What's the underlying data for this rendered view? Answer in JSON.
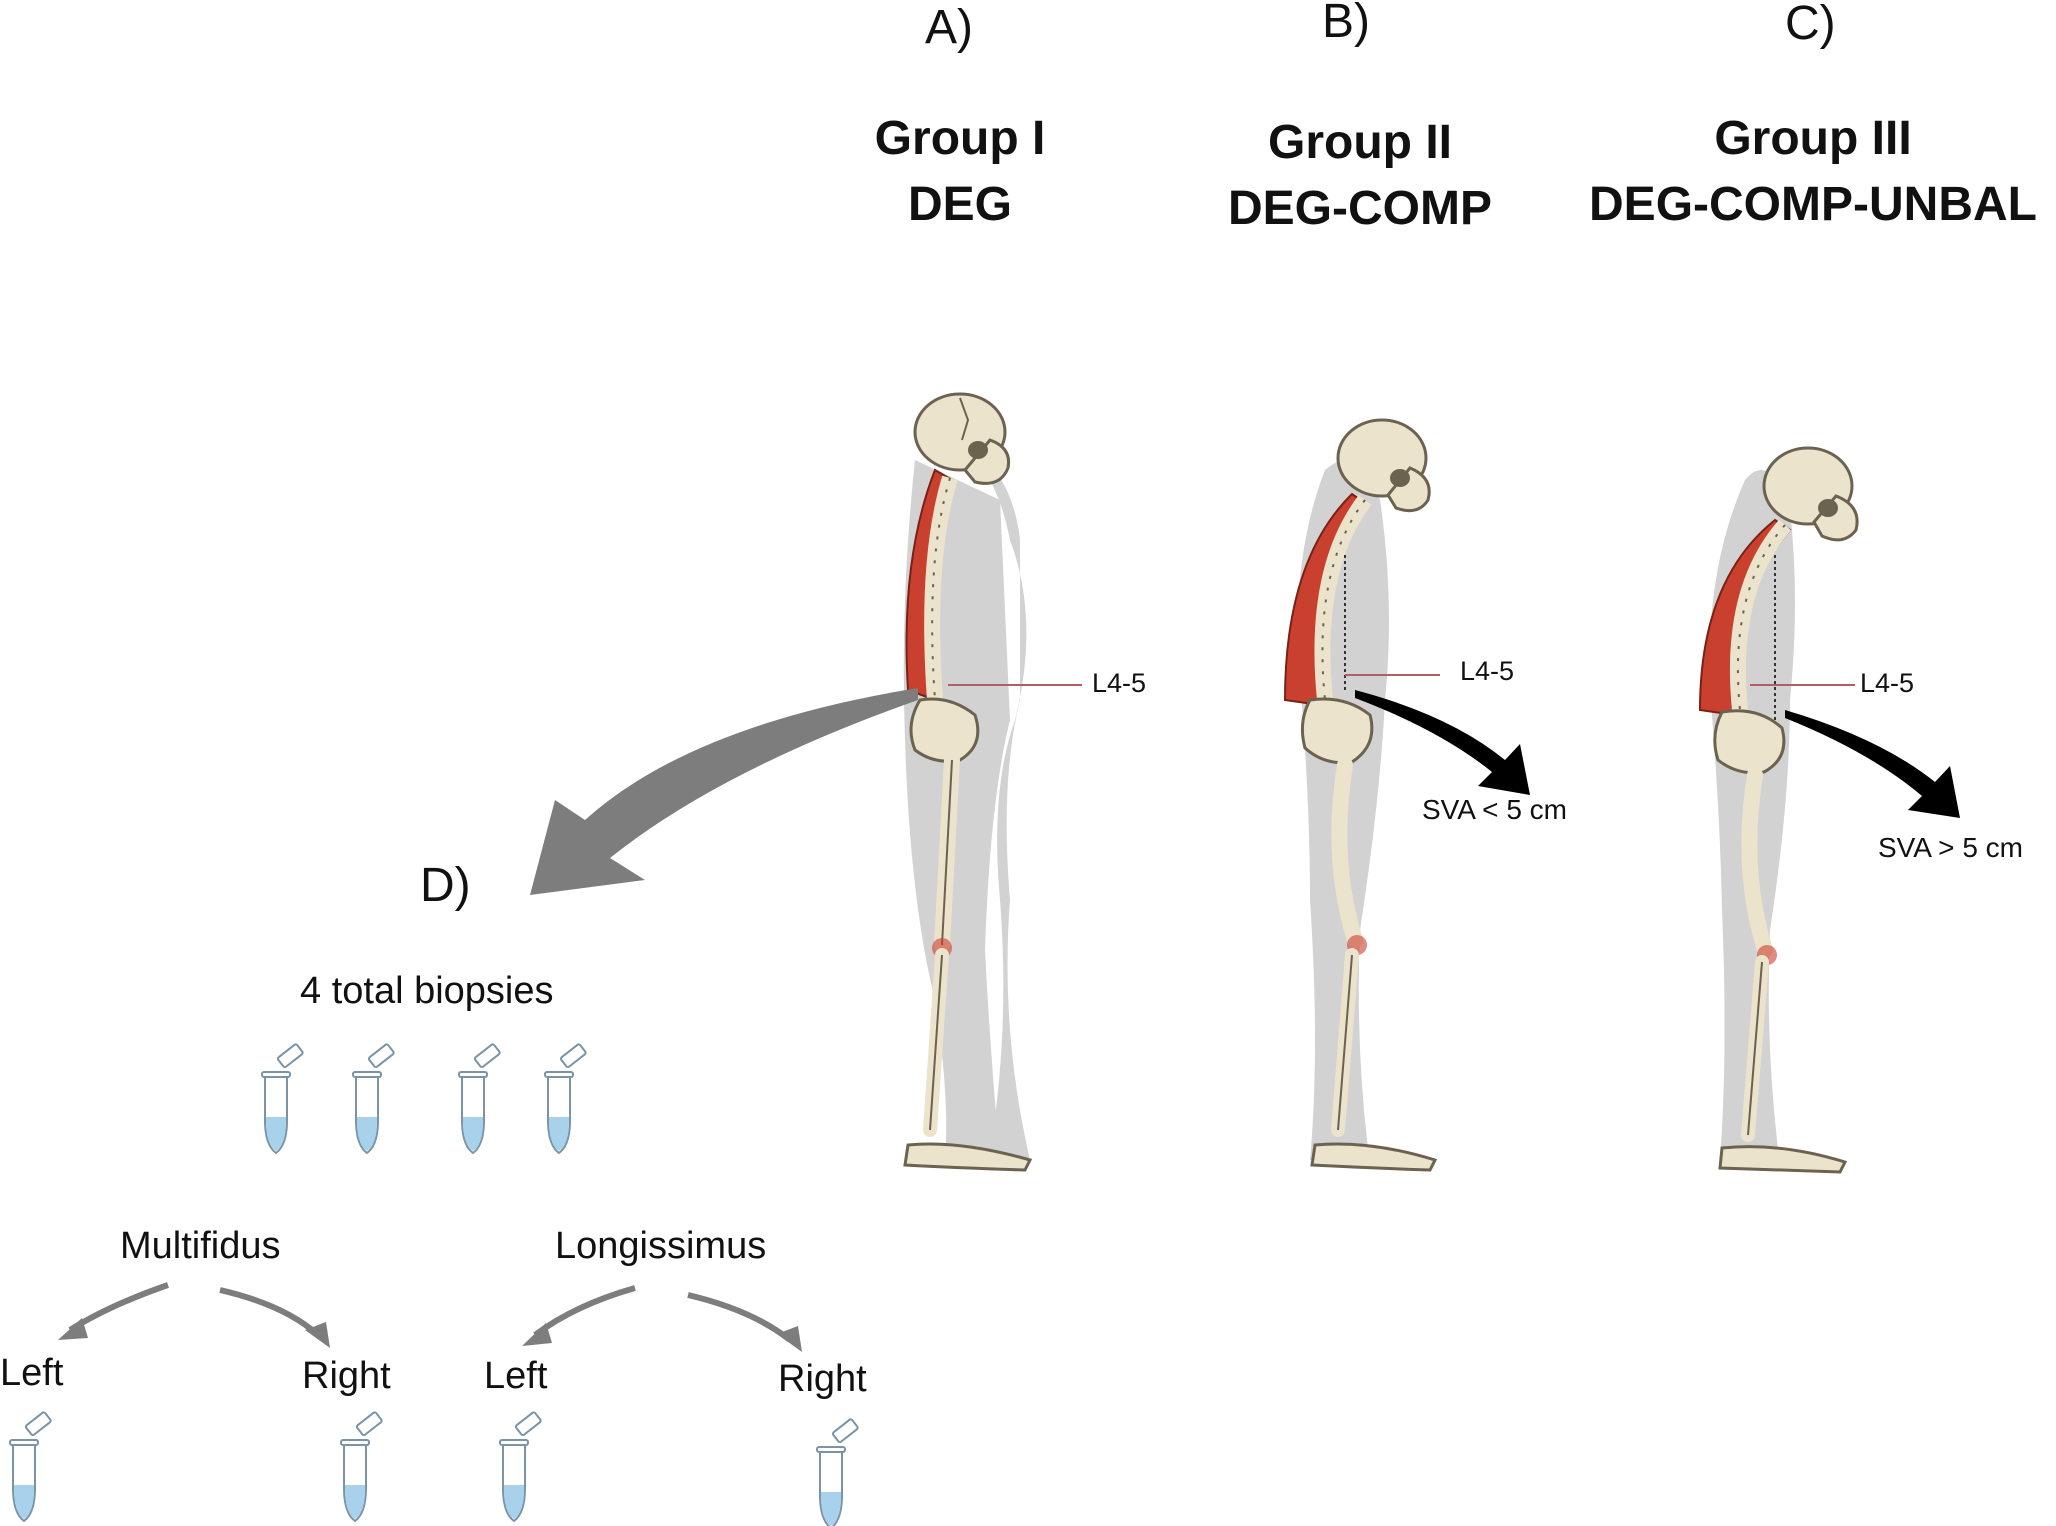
{
  "panels": [
    {
      "letter": "A)",
      "group": "Group I",
      "subgroup": "DEG",
      "level": "L4-5",
      "sva": ""
    },
    {
      "letter": "B)",
      "group": "Group II",
      "subgroup": "DEG-COMP",
      "level": "L4-5",
      "sva": "SVA < 5 cm"
    },
    {
      "letter": "C)",
      "group": "Group III",
      "subgroup": "DEG-COMP-UNBAL",
      "level": "L4-5",
      "sva": "SVA > 5 cm"
    }
  ],
  "biopsy": {
    "letter": "D)",
    "total": "4 total biopsies",
    "muscles": [
      {
        "name": "Multifidus",
        "left": "Left",
        "right": "Right"
      },
      {
        "name": "Longissimus",
        "left": "Left",
        "right": "Right"
      }
    ]
  },
  "colors": {
    "bone": "#ece3cc",
    "bone_outline": "#6b6250",
    "muscle": "#c9402e",
    "shadow": "#d2d2d2",
    "grey_arrow": "#7d7d7d",
    "black_arrow": "#000000",
    "tube_liquid": "#a8d2ec"
  }
}
